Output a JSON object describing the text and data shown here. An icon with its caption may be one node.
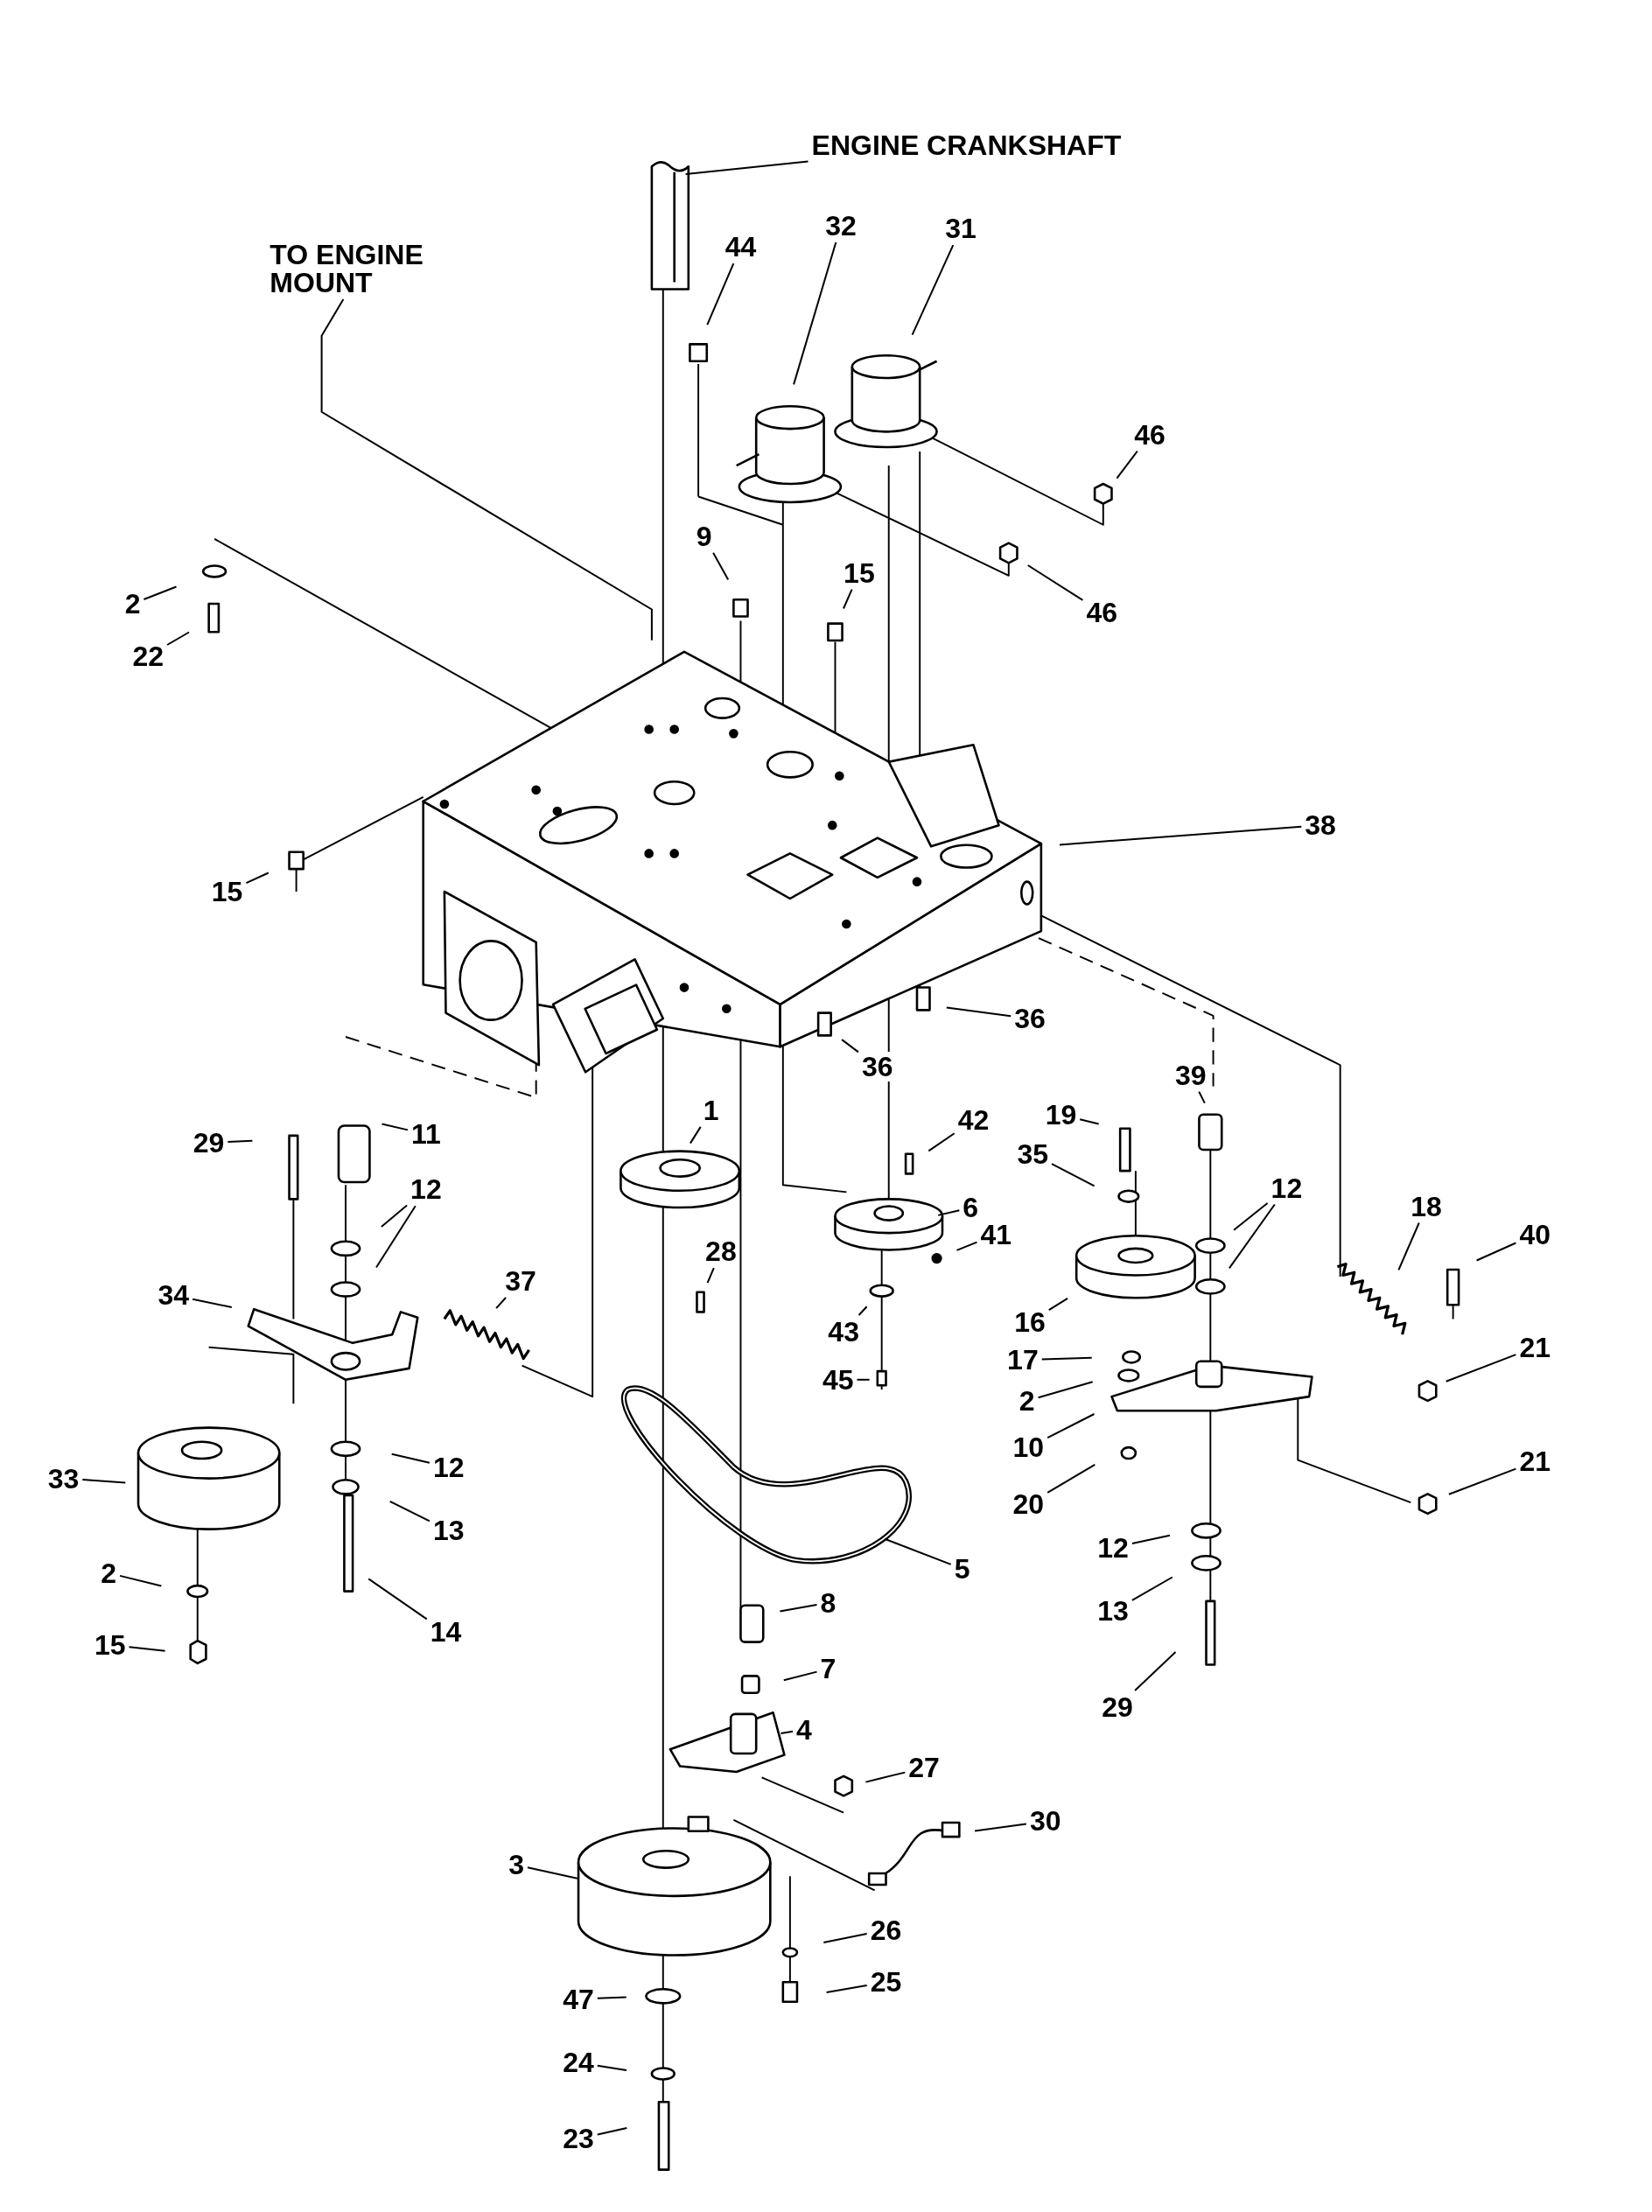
{
  "diagram": {
    "nodes": [
      {
        "text": [
          "ENGINE CRANKSHAFT"
        ]
      },
      {
        "text": [
          "TO ENGINE MOUNT"
        ]
      },
      {
        "text": [
          "44"
        ]
      },
      {
        "text": [
          "32"
        ]
      },
      {
        "text": [
          "31"
        ]
      },
      {
        "text": [
          "46"
        ]
      },
      {
        "text": [
          "46"
        ]
      },
      {
        "text": [
          "9"
        ]
      },
      {
        "text": [
          "15"
        ]
      },
      {
        "text": [
          "2"
        ]
      },
      {
        "text": [
          "22"
        ]
      },
      {
        "text": [
          "15"
        ]
      },
      {
        "text": [
          "38"
        ]
      },
      {
        "text": [
          "36"
        ]
      },
      {
        "text": [
          "36"
        ]
      },
      {
        "text": [
          "1"
        ]
      },
      {
        "text": [
          "42"
        ]
      },
      {
        "text": [
          "39"
        ]
      },
      {
        "text": [
          "19"
        ]
      },
      {
        "text": [
          "11"
        ]
      },
      {
        "text": [
          "29"
        ]
      },
      {
        "text": [
          "12"
        ]
      },
      {
        "text": [
          "35"
        ]
      },
      {
        "text": [
          "6"
        ]
      },
      {
        "text": [
          "12"
        ]
      },
      {
        "text": [
          "37"
        ]
      },
      {
        "text": [
          "18"
        ]
      },
      {
        "text": [
          "40"
        ]
      },
      {
        "text": [
          "28"
        ]
      },
      {
        "text": [
          "41"
        ]
      },
      {
        "text": [
          "34"
        ]
      },
      {
        "text": [
          "16"
        ]
      },
      {
        "text": [
          "43"
        ]
      },
      {
        "text": [
          "21"
        ]
      },
      {
        "text": [
          "17"
        ]
      },
      {
        "text": [
          "2"
        ]
      },
      {
        "text": [
          "45"
        ]
      },
      {
        "text": [
          "33"
        ]
      },
      {
        "text": [
          "12"
        ]
      },
      {
        "text": [
          "10"
        ]
      },
      {
        "text": [
          "13"
        ]
      },
      {
        "text": [
          "21"
        ]
      },
      {
        "text": [
          "20"
        ]
      },
      {
        "text": [
          "2"
        ]
      },
      {
        "text": [
          "5"
        ]
      },
      {
        "text": [
          "12"
        ]
      },
      {
        "text": [
          "14"
        ]
      },
      {
        "text": [
          "15"
        ]
      },
      {
        "text": [
          "13"
        ]
      },
      {
        "text": [
          "8"
        ]
      },
      {
        "text": [
          "7"
        ]
      },
      {
        "text": [
          "29"
        ]
      },
      {
        "text": [
          "4"
        ]
      },
      {
        "text": [
          "27"
        ]
      },
      {
        "text": [
          "30"
        ]
      },
      {
        "text": [
          "3"
        ]
      },
      {
        "text": [
          "26"
        ]
      },
      {
        "text": [
          "25"
        ]
      },
      {
        "text": [
          "47"
        ]
      },
      {
        "text": [
          "24"
        ]
      },
      {
        "text": [
          "23"
        ]
      }
    ],
    "edges": [
      {
        "from": 0,
        "to": null,
        "arrow": "none"
      },
      {
        "from": 1,
        "to": null,
        "arrow": "none"
      },
      {
        "from": 2,
        "to": null,
        "arrow": "none"
      },
      {
        "from": 3,
        "to": null,
        "arrow": "none"
      },
      {
        "from": 4,
        "to": null,
        "arrow": "none"
      },
      {
        "from": 5,
        "to": null,
        "arrow": "none"
      },
      {
        "from": 6,
        "to": null,
        "arrow": "none"
      },
      {
        "from": 7,
        "to": null,
        "arrow": "none"
      },
      {
        "from": 8,
        "to": null,
        "arrow": "none"
      },
      {
        "from": 9,
        "to": null,
        "arrow": "none"
      },
      {
        "from": 10,
        "to": null,
        "arrow": "none"
      },
      {
        "from": 11,
        "to": null,
        "arrow": "none"
      },
      {
        "from": 12,
        "to": null,
        "arrow": "none"
      },
      {
        "from": 13,
        "to": null,
        "arrow": "none"
      },
      {
        "from": 14,
        "to": null,
        "arrow": "none"
      },
      {
        "from": 15,
        "to": null,
        "arrow": "none"
      },
      {
        "from": 16,
        "to": null,
        "arrow": "none"
      },
      {
        "from": 17,
        "to": null,
        "arrow": "none"
      },
      {
        "from": 18,
        "to": null,
        "arrow": "none"
      },
      {
        "from": 19,
        "to": null,
        "arrow": "none"
      },
      {
        "from": 20,
        "to": null,
        "arrow": "none"
      },
      {
        "from": 21,
        "to": null,
        "arrow": "none"
      },
      {
        "from": 21,
        "to": null,
        "arrow": "none"
      },
      {
        "from": 22,
        "to": null,
        "arrow": "none"
      },
      {
        "from": 23,
        "to": null,
        "arrow": "none"
      },
      {
        "from": 24,
        "to": null,
        "arrow": "none"
      },
      {
        "from": 24,
        "to": null,
        "arrow": "none"
      },
      {
        "from": 25,
        "to": null,
        "arrow": "none"
      },
      {
        "from": 26,
        "to": null,
        "arrow": "none"
      },
      {
        "from": 27,
        "to": null,
        "arrow": "none"
      },
      {
        "from": 28,
        "to": null,
        "arrow": "none"
      },
      {
        "from": 29,
        "to": null,
        "arrow": "none"
      },
      {
        "from": 30,
        "to": null,
        "arrow": "none"
      },
      {
        "from": 31,
        "to": null,
        "arrow": "none"
      },
      {
        "from": 32,
        "to": null,
        "arrow": "none"
      },
      {
        "from": 33,
        "to": null,
        "arrow": "none"
      },
      {
        "from": 34,
        "to": null,
        "arrow": "none"
      },
      {
        "from": 35,
        "to": null,
        "arrow": "none"
      },
      {
        "from": 36,
        "to": null,
        "arrow": "none"
      },
      {
        "from": 37,
        "to": null,
        "arrow": "none"
      },
      {
        "from": 38,
        "to": null,
        "arrow": "none"
      },
      {
        "from": 39,
        "to": null,
        "arrow": "none"
      },
      {
        "from": 40,
        "to": null,
        "arrow": "none"
      },
      {
        "from": 41,
        "to": null,
        "arrow": "none"
      },
      {
        "from": 42,
        "to": null,
        "arrow": "none"
      },
      {
        "from": 43,
        "to": null,
        "arrow": "none"
      },
      {
        "from": 44,
        "to": null,
        "arrow": "none"
      },
      {
        "from": 45,
        "to": null,
        "arrow": "none"
      },
      {
        "from": 46,
        "to": null,
        "arrow": "none"
      },
      {
        "from": 47,
        "to": null,
        "arrow": "none"
      },
      {
        "from": 48,
        "to": null,
        "arrow": "none"
      },
      {
        "from": 49,
        "to": null,
        "arrow": "none"
      },
      {
        "from": 50,
        "to": null,
        "arrow": "none"
      },
      {
        "from": 51,
        "to": null,
        "arrow": "none"
      },
      {
        "from": 52,
        "to": null,
        "arrow": "none"
      },
      {
        "from": 53,
        "to": null,
        "arrow": "none"
      },
      {
        "from": 54,
        "to": null,
        "arrow": "none"
      },
      {
        "from": 55,
        "to": null,
        "arrow": "none"
      },
      {
        "from": 56,
        "to": null,
        "arrow": "none"
      },
      {
        "from": 57,
        "to": null,
        "arrow": "none"
      },
      {
        "from": 58,
        "to": null,
        "arrow": "none"
      },
      {
        "from": 59,
        "to": null,
        "arrow": "none"
      },
      {
        "from": 60,
        "to": null,
        "arrow": "none"
      }
    ]
  }
}
